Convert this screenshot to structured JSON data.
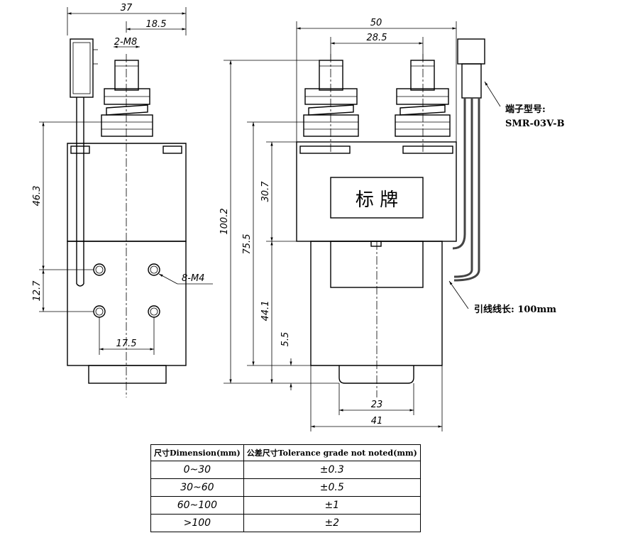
{
  "side_view": {
    "dim_width": "37",
    "dim_half_width": "18.5",
    "dim_terminal_thread": "2-M8",
    "dim_body_height": "46.3",
    "dim_mount_vertical": "12.7",
    "dim_mount_horizontal": "17.5",
    "dim_mount_thread": "8-M4"
  },
  "front_view": {
    "dim_width": "50",
    "dim_terminal_spacing": "28.5",
    "dim_total_height": "100.2",
    "dim_height_75": "75.5",
    "dim_upper_block": "30.7",
    "dim_lower_block": "44.1",
    "dim_foot": "5.5",
    "dim_foot_width": "23",
    "dim_bottom_width": "41",
    "nameplate_text": "标 牌",
    "connector_label": "端子型号:",
    "connector_model": "SMR-03V-B",
    "lead_wire_note": "引线线长: 100mm"
  },
  "tolerance_table": {
    "headers": [
      "尺寸Dimension(mm)",
      "公差尺寸Tolerance grade not noted(mm)"
    ],
    "rows": [
      [
        "0~30",
        "±0.3"
      ],
      [
        "30~60",
        "±0.5"
      ],
      [
        "60~100",
        "±1"
      ],
      [
        ">100",
        "±2"
      ]
    ]
  }
}
